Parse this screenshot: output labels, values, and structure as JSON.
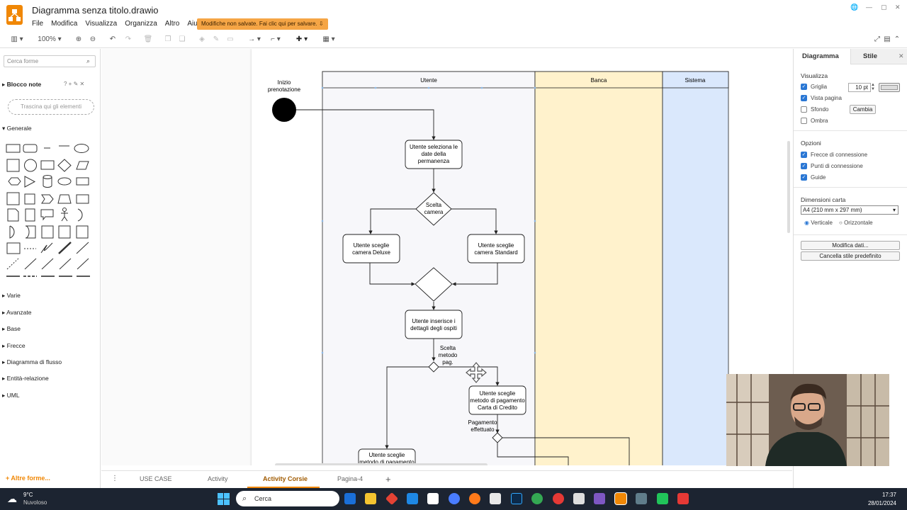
{
  "header": {
    "title": "Diagramma senza titolo.drawio",
    "menu": [
      "File",
      "Modifica",
      "Visualizza",
      "Organizza",
      "Altro",
      "Aiuto"
    ],
    "unsaved_notice": "Modifiche non salvate. Fai clic qui per salvare."
  },
  "toolbar": {
    "zoom": "100%"
  },
  "left_panel": {
    "search_placeholder": "Cerca forme",
    "scratchpad": "Blocco note",
    "scratchpad_tools": "? + ✎ ✕",
    "drop_hint": "Trascina qui gli elementi",
    "general": "Generale",
    "categories": [
      "Varie",
      "Avanzate",
      "Base",
      "Frecce",
      "Diagramma di flusso",
      "Entità-relazione",
      "UML"
    ],
    "more_shapes": "+ Altre forme..."
  },
  "diagram": {
    "lanes": [
      "Utente",
      "Banca",
      "Sistema"
    ],
    "start_label_1": "Inizio",
    "start_label_2": "prenotazione",
    "nodes": {
      "select_dates": [
        "Utente seleziona le",
        "date della",
        "permanenza"
      ],
      "room_choice": [
        "Scelta",
        "camera"
      ],
      "deluxe": [
        "Utente sceglie",
        "camera Deluxe"
      ],
      "standard": [
        "Utente sceglie",
        "camera Standard"
      ],
      "guests": [
        "Utente inserisce i",
        "dettagli degli ospiti"
      ],
      "pay_choice": [
        "Scelta",
        "metodo",
        "pag."
      ],
      "credit_card": [
        "Utente sceglie",
        "metodo di pagamento",
        "Carta di Credito"
      ],
      "payment_done": [
        "Pagamento",
        "effettuato"
      ],
      "other_method": [
        "Utente sceglie",
        "metodo di pagamento"
      ]
    }
  },
  "right_panel": {
    "tabs": [
      "Diagramma",
      "Stile"
    ],
    "view_heading": "Visualizza",
    "grid": "Griglia",
    "grid_size": "10 pt",
    "page_view": "Vista pagina",
    "background": "Sfondo",
    "change": "Cambia",
    "shadow": "Ombra",
    "options_heading": "Opzioni",
    "connection_arrows": "Frecce di connessione",
    "connection_points": "Punti di connessione",
    "guides": "Guide",
    "paper_heading": "Dimensioni carta",
    "paper_size": "A4 (210 mm x 297 mm)",
    "portrait": "Verticale",
    "landscape": "Orizzontale",
    "edit_data": "Modifica dati...",
    "clear_style": "Cancella stile predefinito"
  },
  "page_tabs": [
    "USE CASE",
    "Activity",
    "Activity Corsie",
    "Pagina-4"
  ],
  "active_page_tab": "Activity Corsie",
  "taskbar": {
    "temperature": "9°C",
    "weather": "Nuvoloso",
    "search": "Cerca",
    "time": "17:37",
    "date": "28/01/2024"
  },
  "colors": {
    "accent": "#f08705",
    "lane_user": "#f7f7fa",
    "lane_bank": "#fff2cc",
    "lane_system": "#dae8fc",
    "taskbar": "#1c2431"
  }
}
